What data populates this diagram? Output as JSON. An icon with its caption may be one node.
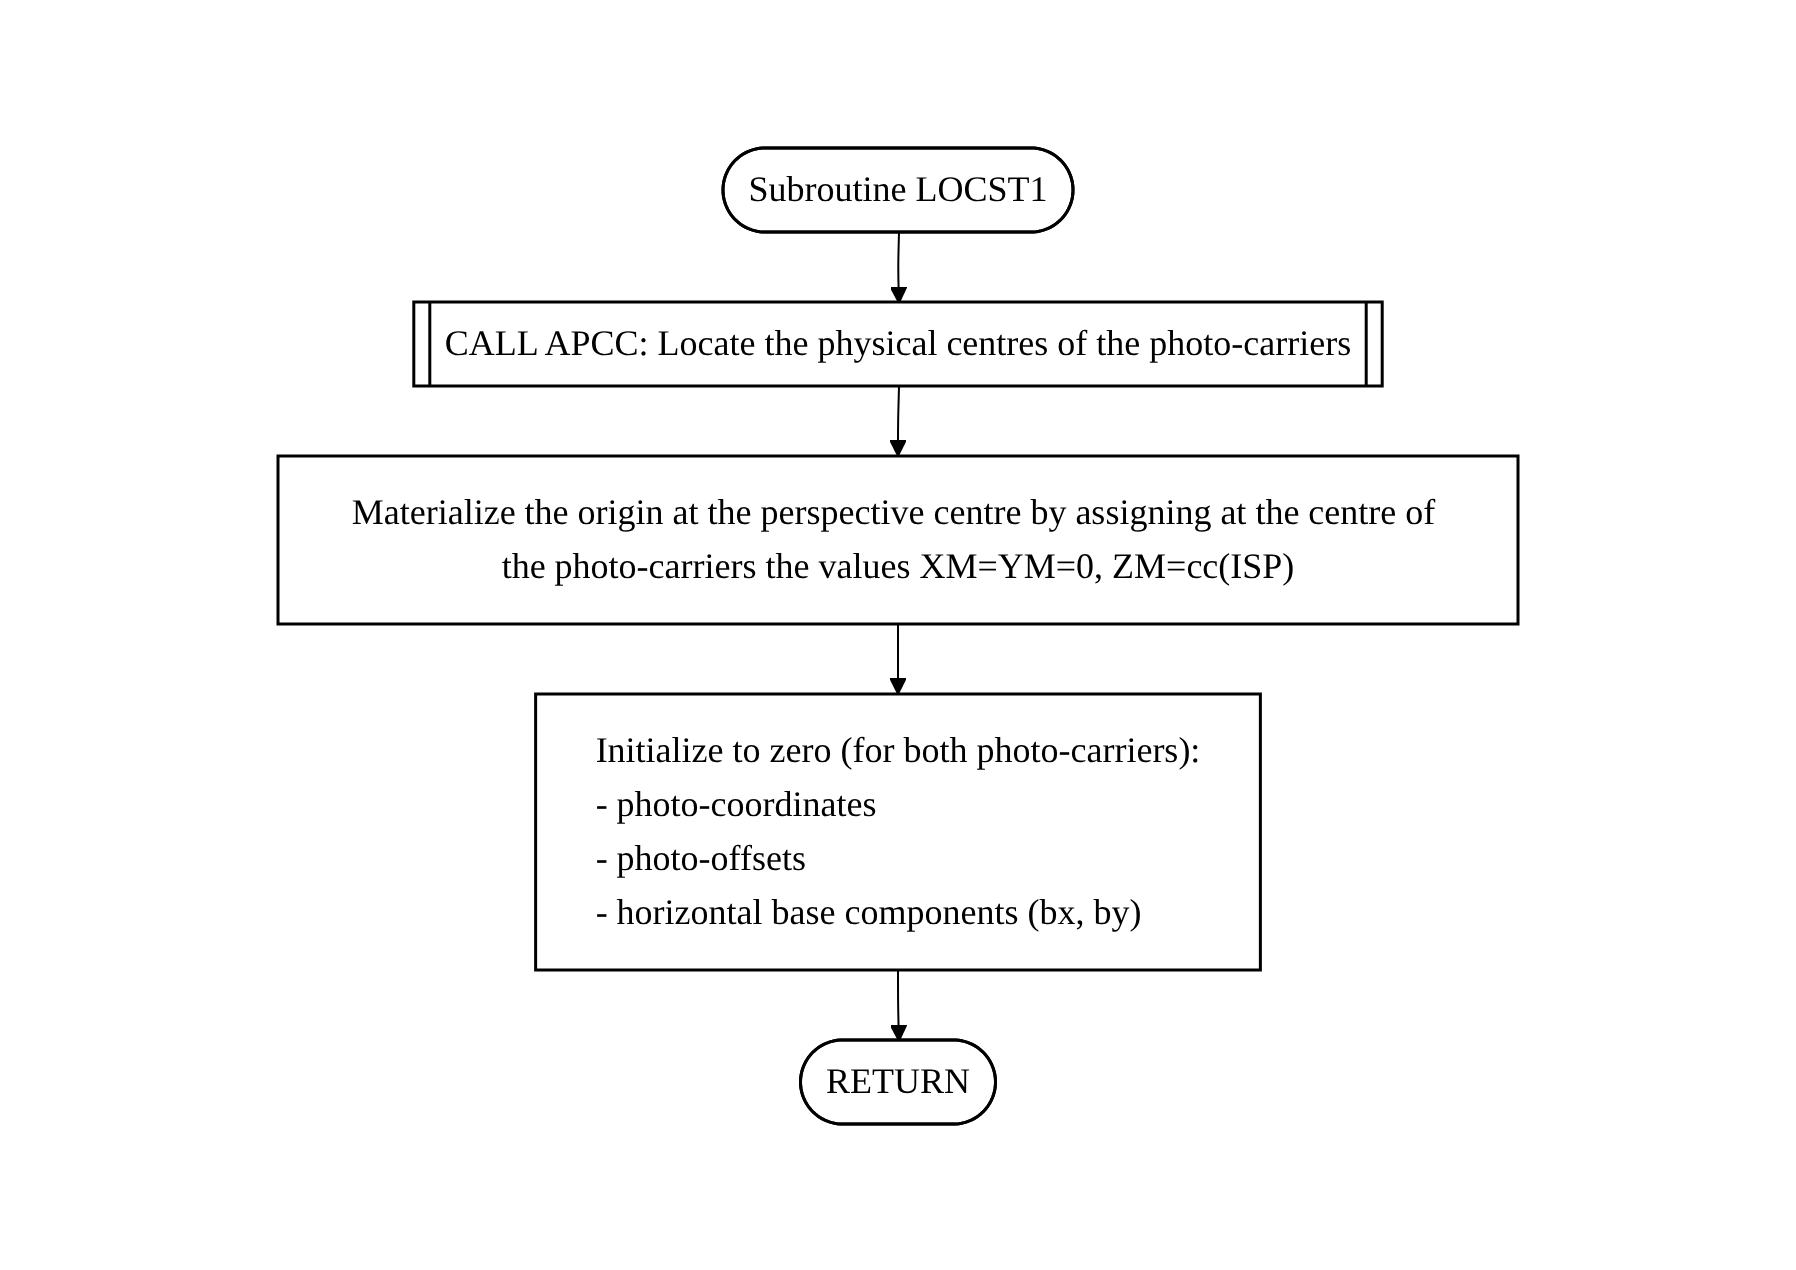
{
  "diagram": {
    "nodes": [
      {
        "text": [
          "Subroutine LOCST1"
        ]
      },
      {
        "text": [
          "CALL APCC: Locate the physical centres of the photo-carriers"
        ]
      },
      {
        "text": [
          "Materialize the origin at the perspective centre by assigning at the centre of the photo-carriers the values XM=YM=0, ZM=cc(ISP)"
        ]
      },
      {
        "text": [
          "Initialize to zero (for both photo-carriers):",
          "- photo-coordinates",
          "- photo-offsets",
          "- horizontal base components (bx, by)"
        ]
      },
      {
        "text": [
          "RETURN"
        ]
      }
    ],
    "edges": [
      {
        "from": 0,
        "to": 1,
        "arrow": "to"
      },
      {
        "from": 1,
        "to": 2,
        "arrow": "to"
      },
      {
        "from": 2,
        "to": 3,
        "arrow": "to"
      },
      {
        "from": 3,
        "to": 4,
        "arrow": "to"
      }
    ]
  }
}
